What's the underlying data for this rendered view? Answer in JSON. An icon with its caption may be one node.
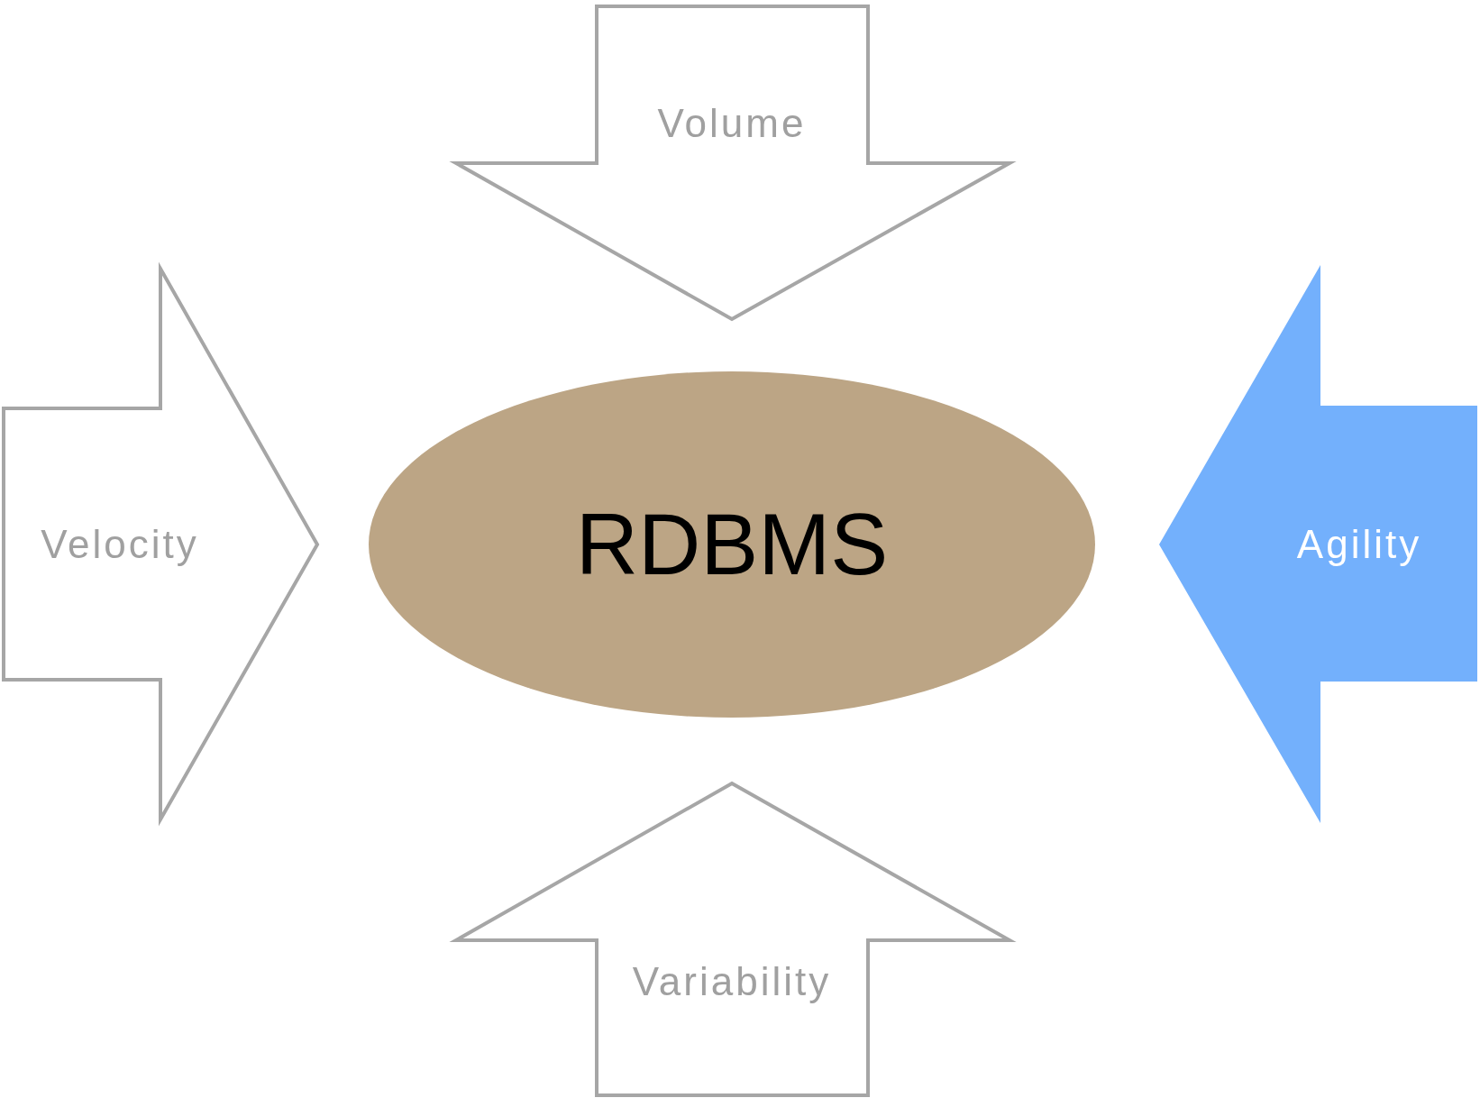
{
  "diagram": {
    "nodes": [
      {
        "text": [
          "Volume"
        ]
      },
      {
        "text": [
          "Velocity"
        ]
      },
      {
        "text": [
          "RDBMS"
        ]
      },
      {
        "text": [
          "Agility"
        ]
      },
      {
        "text": [
          "Variability"
        ]
      }
    ]
  }
}
